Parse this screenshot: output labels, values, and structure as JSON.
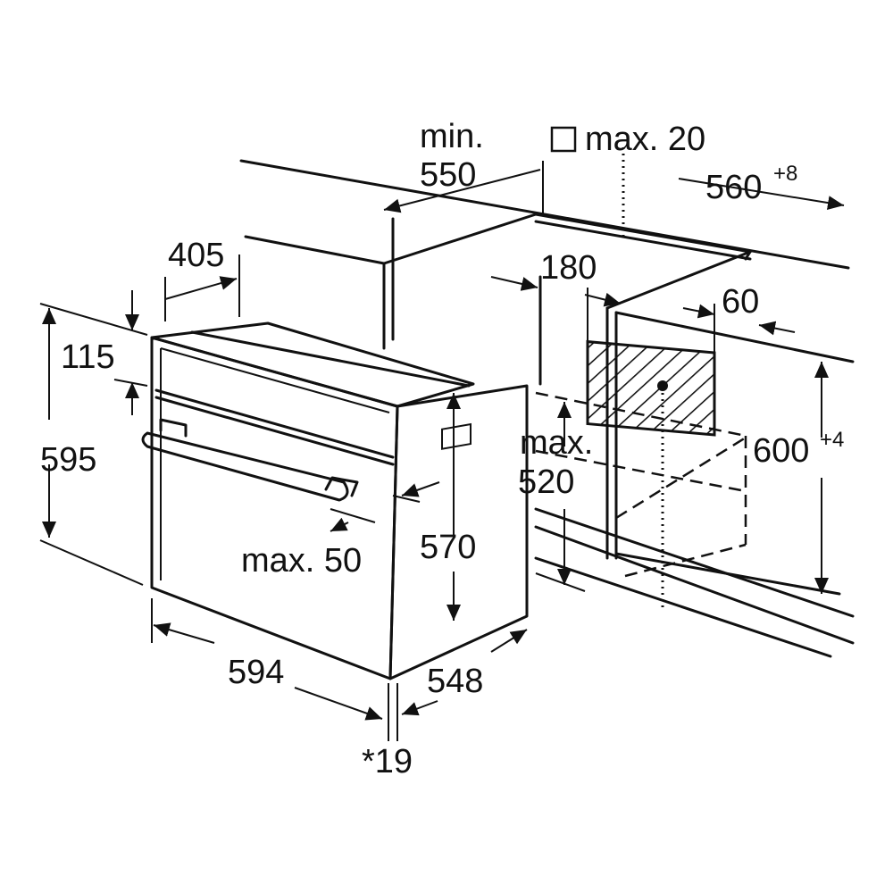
{
  "labels": {
    "min": "min.",
    "d550": "550",
    "max20": "max. 20",
    "d560": "560",
    "d560_tol": "+8",
    "d405": "405",
    "d180": "180",
    "d60": "60",
    "d115": "115",
    "d595": "595",
    "max": "max.",
    "d520": "520",
    "d600": "600",
    "d600_tol": "+4",
    "d570": "570",
    "max50": "max. 50",
    "d594": "594",
    "d548": "548",
    "d19": "*19"
  }
}
